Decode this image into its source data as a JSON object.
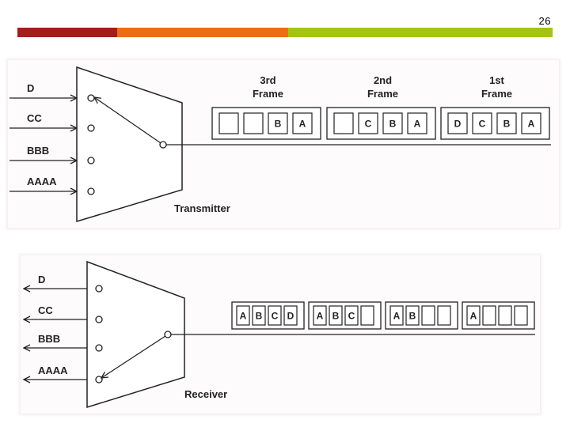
{
  "page_number": "26",
  "colors": {
    "bar_dark_red": "#a51c1c",
    "bar_orange": "#ee6d12",
    "bar_green": "#a4c40f",
    "ink": "#222222"
  },
  "transmitter": {
    "label": "Transmitter",
    "inputs": [
      "D",
      "CC",
      "BBB",
      "AAAA"
    ],
    "frames": [
      {
        "title": [
          "3rd",
          "Frame"
        ],
        "slots": [
          "",
          "",
          "B",
          "A"
        ]
      },
      {
        "title": [
          "2nd",
          "Frame"
        ],
        "slots": [
          "",
          "C",
          "B",
          "A"
        ]
      },
      {
        "title": [
          "1st",
          "Frame"
        ],
        "slots": [
          "D",
          "C",
          "B",
          "A"
        ]
      }
    ]
  },
  "receiver": {
    "label": "Receiver",
    "outputs": [
      "D",
      "CC",
      "BBB",
      "AAAA"
    ],
    "frames": [
      {
        "slots": [
          "A",
          "B",
          "C",
          "D"
        ]
      },
      {
        "slots": [
          "A",
          "B",
          "C",
          ""
        ]
      },
      {
        "slots": [
          "A",
          "B",
          "",
          ""
        ]
      },
      {
        "slots": [
          "A",
          "",
          "",
          ""
        ]
      }
    ]
  }
}
